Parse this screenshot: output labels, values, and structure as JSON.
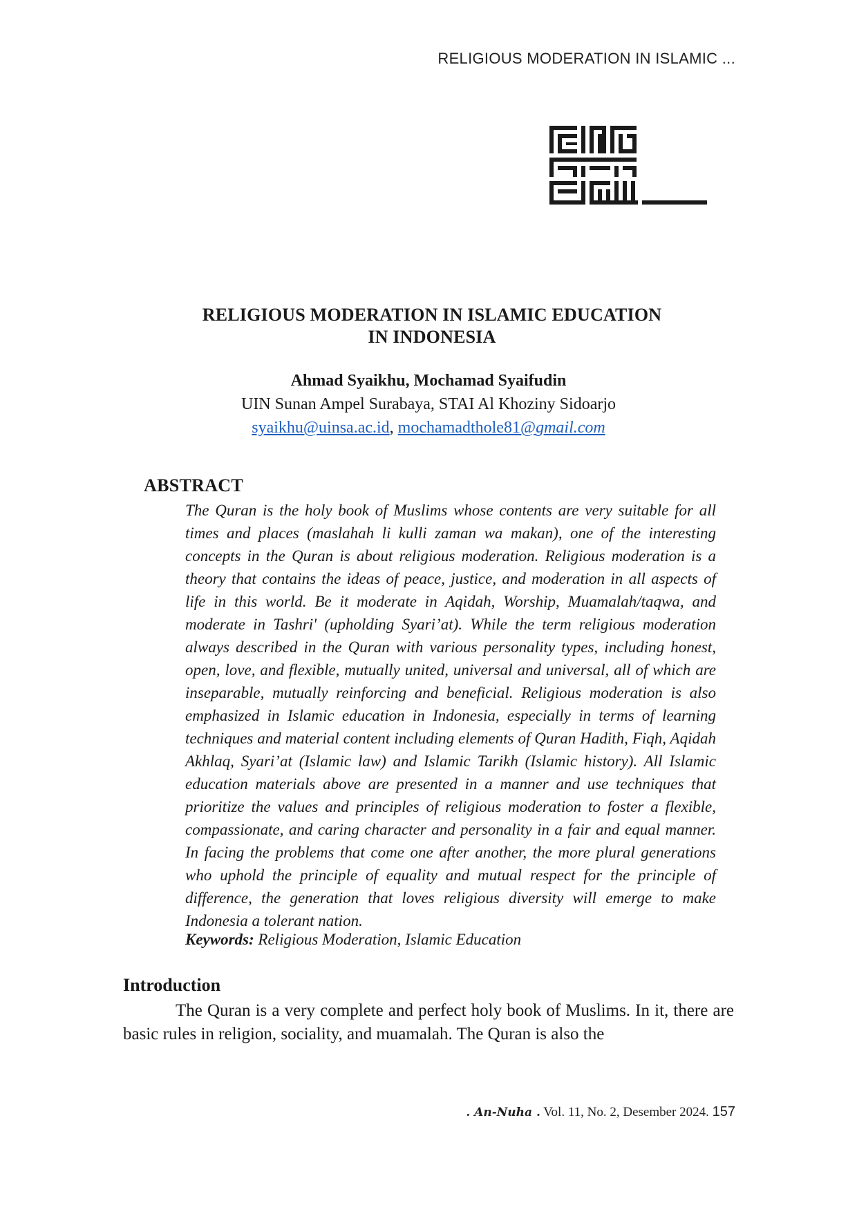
{
  "header": {
    "running_title": "RELIGIOUS MODERATION IN ISLAMIC ..."
  },
  "logo": {
    "icon": "kufic-square-logo-icon"
  },
  "article": {
    "title_line1": "RELIGIOUS MODERATION IN ISLAMIC EDUCATION",
    "title_line2": "IN INDONESIA",
    "authors": "Ahmad Syaikhu, Mochamad Syaifudin",
    "affiliation": "UIN Sunan Ampel Surabaya, STAI Al Khoziny Sidoarjo",
    "email1": "syaikhu@uinsa.ac.id",
    "email_sep": ", ",
    "email2_user": "mochamadthole81@",
    "email2_domain": "gmail.com"
  },
  "abstract": {
    "heading": "ABSTRACT",
    "text": "The Quran is the holy book of Muslims whose contents are very suitable for all times and places (maslahah li kulli zaman wa makan), one of the interesting concepts in the Quran is about religious moderation. Religious moderation is a theory that contains the ideas of peace, justice, and moderation in all aspects of life in this world. Be it moderate in Aqidah, Worship, Muamalah/taqwa, and moderate in Tashri' (upholding Syari’at). While the term religious moderation always described in the Quran with various personality types, including honest, open, love, and flexible, mutually united, universal and universal, all of which are inseparable, mutually reinforcing and beneficial. Religious moderation is also emphasized in Islamic education in Indonesia, especially in terms of learning techniques and material content including elements of Quran Hadith, Fiqh, Aqidah Akhlaq, Syari’at (Islamic law) and Islamic Tarikh (Islamic history). All Islamic education materials above are presented in a manner and use techniques that prioritize the values and principles of religious moderation to foster a flexible, compassionate, and caring character and personality in a fair and equal manner. In facing the problems that come one after another, the more plural generations who uphold the principle of equality and mutual respect for the principle of difference, the generation that loves religious diversity will emerge to make Indonesia a tolerant nation.",
    "keywords_label": "Keywords:",
    "keywords": " Religious Moderation, Islamic Education"
  },
  "introduction": {
    "heading": "Introduction",
    "text": "The Quran is a very complete and perfect holy book of Muslims. In it, there are basic rules in religion, sociality, and muamalah. The Quran is also the"
  },
  "footer": {
    "journal": ". An-Nuha .",
    "volume": " Vol. 11, No. 2, Desember 2024. ",
    "page": "157"
  }
}
